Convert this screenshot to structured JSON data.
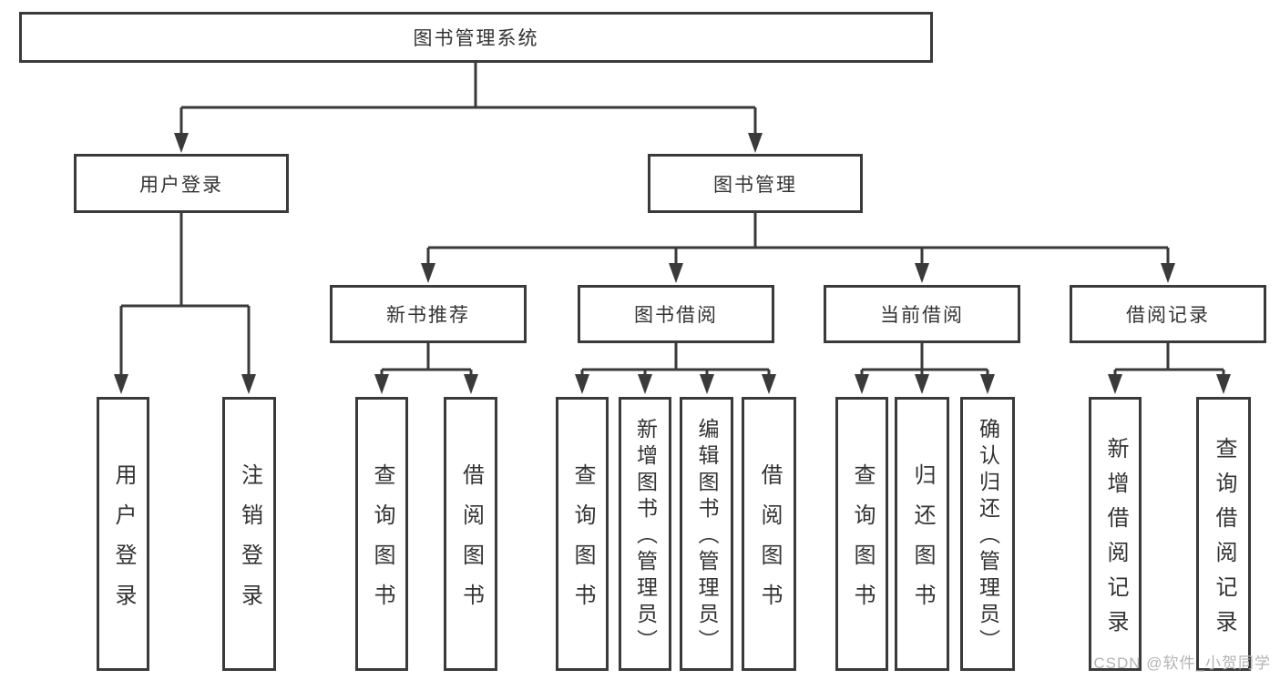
{
  "colors": {
    "line": "#3a3a3a",
    "text": "#333333",
    "box_background": "#ffffff",
    "watermark": "#b4b4b4",
    "background": "#ffffff"
  },
  "watermark": "CSDN @软件_小贺同学",
  "tree": {
    "root": "图书管理系统",
    "branches": [
      {
        "label": "用户登录",
        "children": [
          "用户登录",
          "注销登录"
        ]
      },
      {
        "label": "图书管理",
        "children": [
          {
            "label": "新书推荐",
            "children": [
              "查询图书",
              "借阅图书"
            ]
          },
          {
            "label": "图书借阅",
            "children": [
              "查询图书",
              "新增图书（管理员）",
              "编辑图书（管理员）",
              "借阅图书"
            ]
          },
          {
            "label": "当前借阅",
            "children": [
              "查询图书",
              "归还图书",
              "确认归还（管理员）"
            ]
          },
          {
            "label": "借阅记录",
            "children": [
              "新增借阅记录",
              "查询借阅记录"
            ]
          }
        ]
      }
    ]
  }
}
